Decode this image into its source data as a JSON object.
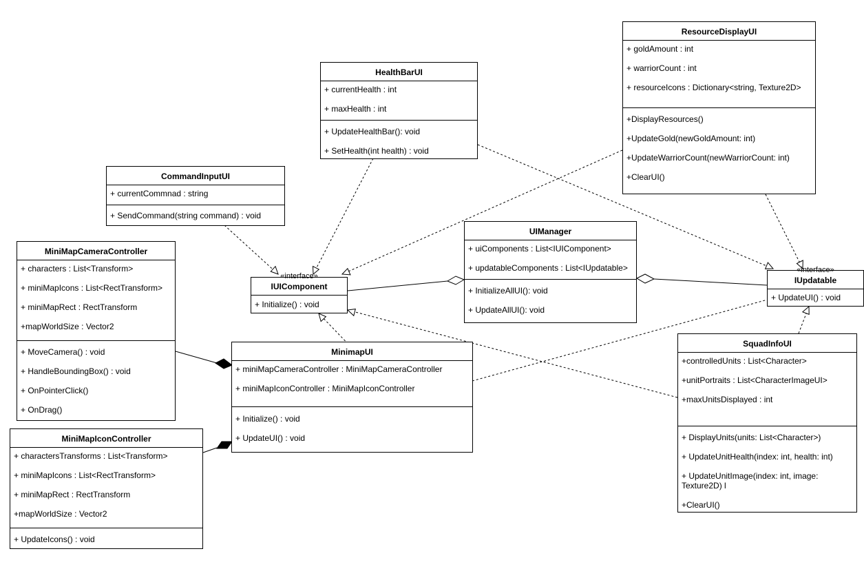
{
  "diagram": {
    "classes": {
      "resourceDisplay": {
        "name": "ResourceDisplayUI",
        "attributes": [
          "+ goldAmount : int",
          "+ warriorCount : int",
          "+ resourceIcons : Dictionary<string, Texture2D>"
        ],
        "methods": [
          "+DisplayResources()",
          "+UpdateGold(newGoldAmount: int)",
          "+UpdateWarriorCount(newWarriorCount: int)",
          "+ClearUI()"
        ]
      },
      "healthBar": {
        "name": "HealthBarUI",
        "attributes": [
          "+ currentHealth : int",
          "+ maxHealth : int"
        ],
        "methods": [
          "+ UpdateHealthBar(): void",
          "+ SetHealth(int health) : void"
        ]
      },
      "commandInput": {
        "name": "CommandInputUI",
        "attributes": [
          "+ currentCommnad : string"
        ],
        "methods": [
          "+ SendCommand(string command) : void"
        ]
      },
      "uiManager": {
        "name": "UIManager",
        "attributes": [
          "+ uiComponents : List<IUIComponent>",
          "+ updatableComponents : List<IUpdatable>"
        ],
        "methods": [
          "+ InitializeAllUI(): void",
          "+ UpdateAllUI(): void"
        ]
      },
      "miniMapCamera": {
        "name": "MiniMapCameraController",
        "attributes": [
          "+ characters : List<Transform>",
          "+ miniMapIcons : List<RectTransform>",
          "+ miniMapRect : RectTransform",
          "+mapWorldSize : Vector2"
        ],
        "methods": [
          "+ MoveCamera() : void",
          "+ HandleBoundingBox() : void",
          "+ OnPointerClick()",
          "+ OnDrag()"
        ]
      },
      "iuiComponent": {
        "stereotype": "«interface»",
        "name": "IUIComponent",
        "methods": [
          "+ Initialize() : void"
        ]
      },
      "iupdatable": {
        "stereotype": "«interface»",
        "name": "IUpdatable",
        "methods": [
          "+ UpdateUI() : void"
        ]
      },
      "minimap": {
        "name": "MinimapUI",
        "attributes": [
          "+ miniMapCameraController : MiniMapCameraController",
          "+ miniMapIconController : MiniMapIconController"
        ],
        "methods": [
          "+ Initialize() : void",
          "+ UpdateUI() : void"
        ]
      },
      "squadInfo": {
        "name": "SquadInfoUI",
        "attributes": [
          "+controlledUnits : List<Character>",
          "+unitPortraits : List<CharacterImageUI>",
          "+maxUnitsDisplayed : int"
        ],
        "methods": [
          "+ DisplayUnits(units: List<Character>)",
          "+ UpdateUnitHealth(index: int, health: int)",
          "+ UpdateUnitImage(index: int, image: Texture2D) l",
          "+ClearUI()"
        ]
      },
      "miniMapIcon": {
        "name": "MiniMapIconController",
        "attributes": [
          "+ charactersTransforms : List<Transform>",
          "+ miniMapIcons : List<RectTransform>",
          "+ miniMapRect : RectTransform",
          "+mapWorldSize : Vector2"
        ],
        "methods": [
          "+ UpdateIcons() : void"
        ]
      }
    },
    "relations": [
      {
        "from": "HealthBarUI",
        "to": "IUIComponent",
        "kind": "realization"
      },
      {
        "from": "HealthBarUI",
        "to": "IUpdatable",
        "kind": "realization"
      },
      {
        "from": "CommandInputUI",
        "to": "IUIComponent",
        "kind": "realization"
      },
      {
        "from": "ResourceDisplayUI",
        "to": "IUIComponent",
        "kind": "realization"
      },
      {
        "from": "ResourceDisplayUI",
        "to": "IUpdatable",
        "kind": "realization"
      },
      {
        "from": "MinimapUI",
        "to": "IUIComponent",
        "kind": "realization"
      },
      {
        "from": "MinimapUI",
        "to": "IUpdatable",
        "kind": "realization"
      },
      {
        "from": "SquadInfoUI",
        "to": "IUIComponent",
        "kind": "realization"
      },
      {
        "from": "SquadInfoUI",
        "to": "IUpdatable",
        "kind": "realization"
      },
      {
        "from": "IUIComponent",
        "to": "UIManager",
        "kind": "aggregation"
      },
      {
        "from": "IUpdatable",
        "to": "UIManager",
        "kind": "aggregation"
      },
      {
        "from": "MiniMapCameraController",
        "to": "MinimapUI",
        "kind": "composition"
      },
      {
        "from": "MiniMapIconController",
        "to": "MinimapUI",
        "kind": "composition"
      }
    ]
  }
}
